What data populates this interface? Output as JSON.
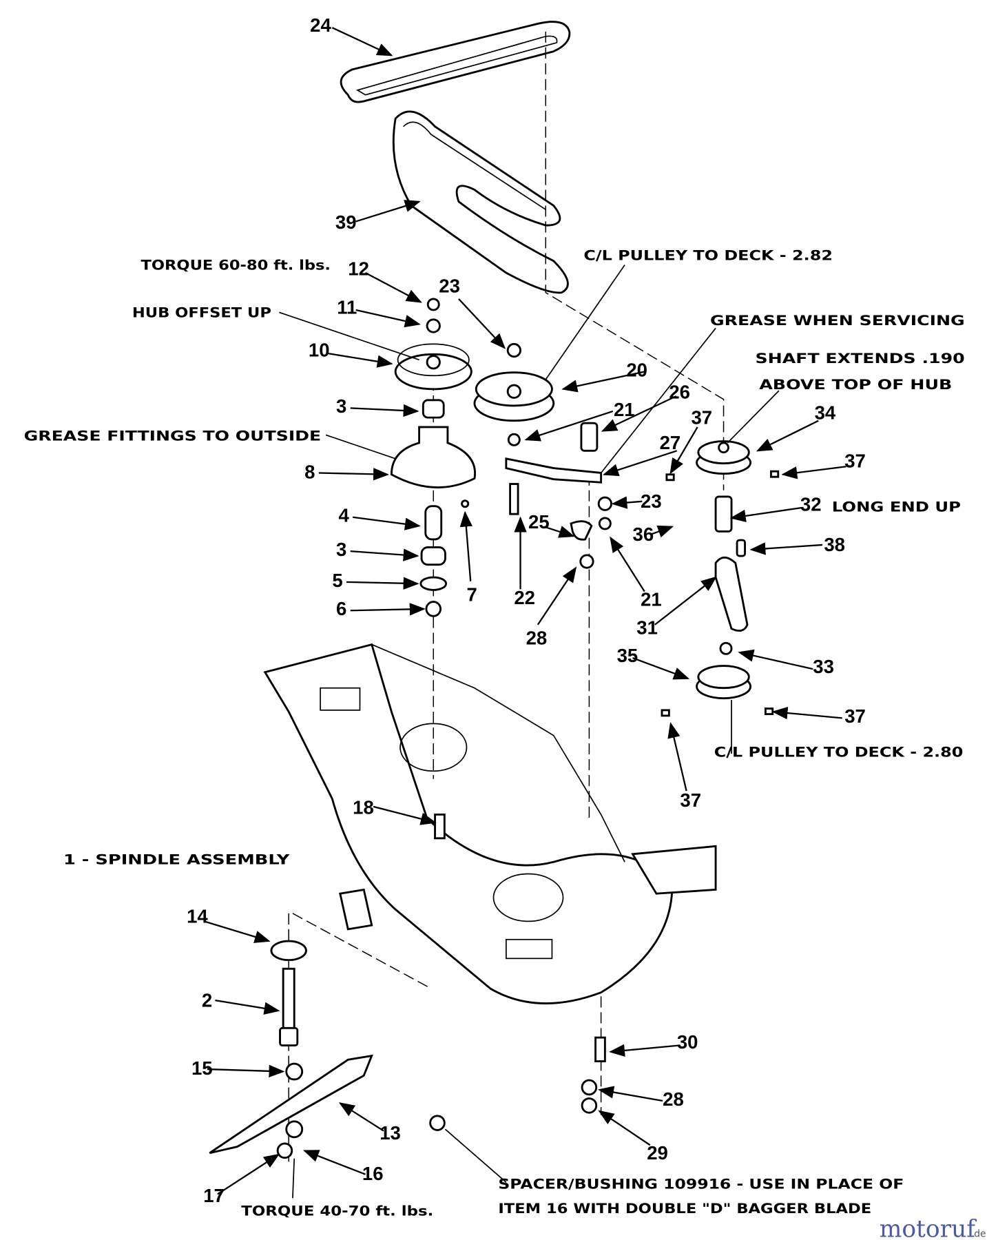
{
  "callouts": [
    "24",
    "39",
    "12",
    "11",
    "10",
    "3",
    "8",
    "4",
    "3",
    "5",
    "6",
    "7",
    "23",
    "20",
    "21",
    "26",
    "37",
    "27",
    "34",
    "37",
    "23",
    "32",
    "25",
    "36",
    "38",
    "21",
    "22",
    "28",
    "31",
    "35",
    "33",
    "37",
    "37",
    "18",
    "14",
    "2",
    "15",
    "13",
    "16",
    "17",
    "30",
    "28",
    "29"
  ],
  "notes": {
    "torque_top": "TORQUE 60-80 ft. lbs.",
    "hub_offset": "HUB OFFSET UP",
    "grease_fittings": "GREASE FITTINGS TO OUTSIDE",
    "cl_pulley_282": "C/L PULLEY TO DECK - 2.82",
    "grease_servicing": "GREASE WHEN SERVICING",
    "shaft_extends_1": "SHAFT EXTENDS .190",
    "shaft_extends_2": "ABOVE TOP OF HUB",
    "long_end_up": "LONG END UP",
    "cl_pulley_280": "C/L PULLEY TO DECK - 2.80",
    "spindle_assembly": "1 - SPINDLE ASSEMBLY",
    "torque_bottom": "TORQUE 40-70 ft. lbs.",
    "spacer_1": "SPACER/BUSHING 109916 - USE IN PLACE OF",
    "spacer_2": "ITEM 16 WITH DOUBLE \"D\" BAGGER BLADE"
  },
  "watermark": {
    "main": "motoruf",
    "suffix": ".de",
    "color": "#4a5aa8"
  }
}
